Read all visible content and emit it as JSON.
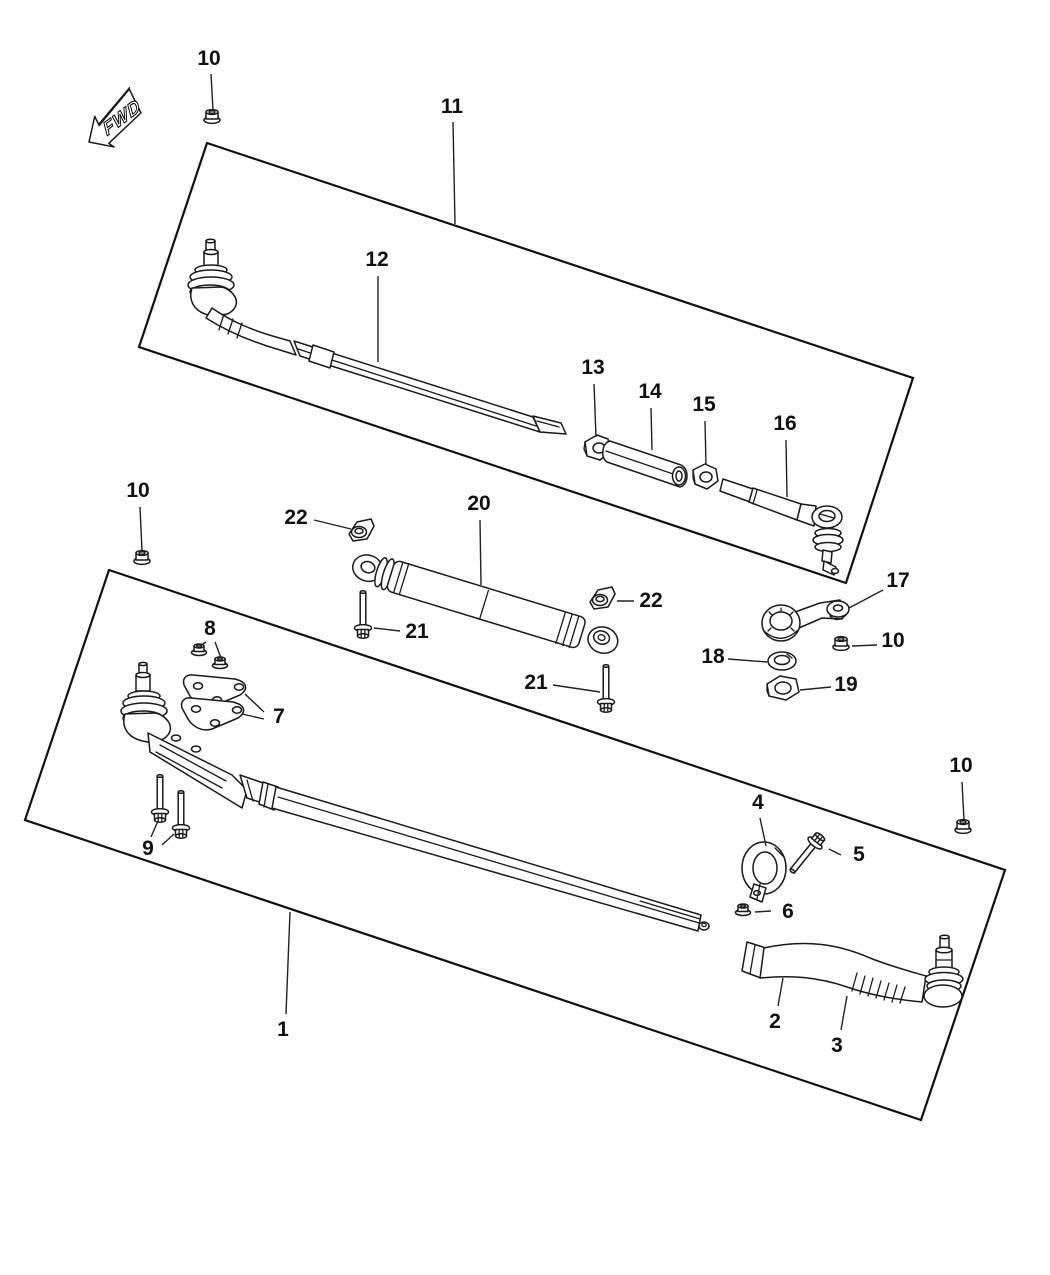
{
  "colors": {
    "ink": "#1a1a1a",
    "paper": "#ffffff"
  },
  "callouts": {
    "fwd": "FWD",
    "c10_top": "10",
    "c11": "11",
    "c12": "12",
    "c13": "13",
    "c14": "14",
    "c15": "15",
    "c16": "16",
    "c10_left": "10",
    "c22_left": "22",
    "c20": "20",
    "c21_left": "21",
    "c22_right": "22",
    "c21_right": "21",
    "c17": "17",
    "c10_arm": "10",
    "c18": "18",
    "c19": "19",
    "c10_right": "10",
    "c8": "8",
    "c7": "7",
    "c9": "9",
    "c4": "4",
    "c5": "5",
    "c6": "6",
    "c1": "1",
    "c2": "2",
    "c3": "3"
  }
}
